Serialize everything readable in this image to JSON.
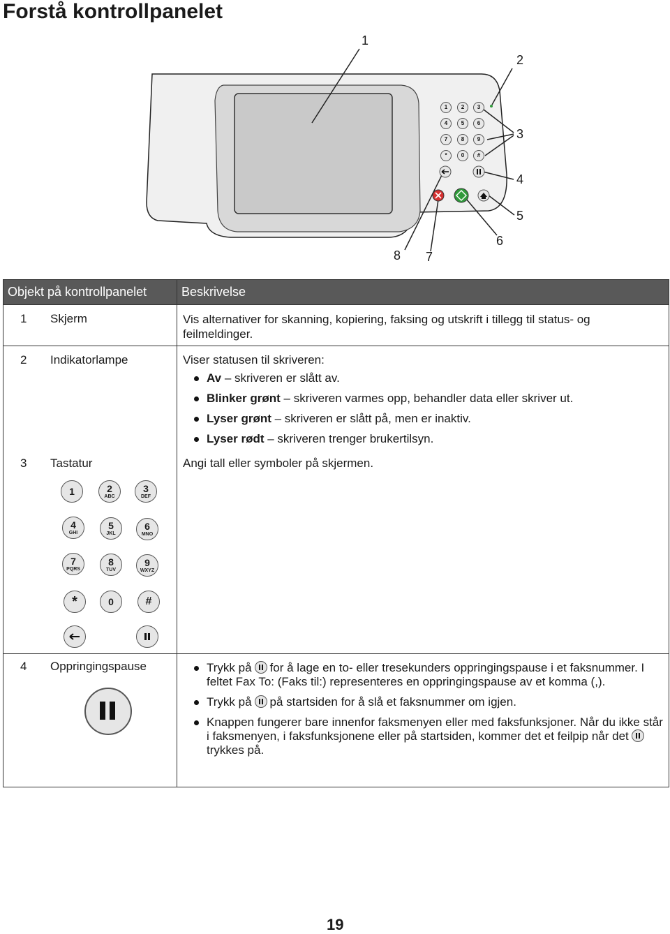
{
  "page": {
    "title": "Forstå kontrollpanelet",
    "page_number": "19"
  },
  "diagram": {
    "callouts": [
      "1",
      "2",
      "3",
      "4",
      "5",
      "6",
      "7",
      "8"
    ],
    "keys": [
      "1",
      "2",
      "3",
      "4",
      "5",
      "6",
      "7",
      "8",
      "9",
      "*",
      "0",
      "#"
    ]
  },
  "table": {
    "headers": {
      "object": "Objekt på kontrollpanelet",
      "description": "Beskrivelse"
    },
    "rows": [
      {
        "num": "1",
        "name": "Skjerm",
        "desc": "Vis alternativer for skanning, kopiering, faksing og utskrift i tillegg til status- og feilmeldinger."
      },
      {
        "num": "2",
        "name": "Indikatorlampe",
        "desc": "Viser statusen til skriveren:",
        "bullets": [
          {
            "bold": "Av",
            "text": " – skriveren er slått av."
          },
          {
            "bold": "Blinker grønt",
            "text": " – skriveren varmes opp, behandler data eller skriver ut."
          },
          {
            "bold": "Lyser grønt",
            "text": " – skriveren er slått på, men er inaktiv."
          },
          {
            "bold": "Lyser rødt",
            "text": " – skriveren trenger brukertilsyn."
          }
        ]
      },
      {
        "num": "3",
        "name": "Tastatur",
        "desc": "Angi tall eller symboler på skjermen.",
        "keypad": [
          {
            "d": "1",
            "l": ""
          },
          {
            "d": "2",
            "l": "ABC"
          },
          {
            "d": "3",
            "l": "DEF"
          },
          {
            "d": "4",
            "l": "GHI"
          },
          {
            "d": "5",
            "l": "JKL"
          },
          {
            "d": "6",
            "l": "MNO"
          },
          {
            "d": "7",
            "l": "PQRS"
          },
          {
            "d": "8",
            "l": "TUV"
          },
          {
            "d": "9",
            "l": "WXYZ"
          },
          {
            "d": "*",
            "l": ""
          },
          {
            "d": "0",
            "l": ""
          },
          {
            "d": "#",
            "l": ""
          }
        ]
      },
      {
        "num": "4",
        "name": "Oppringingspause",
        "bullets": [
          {
            "pre": "Trykk på",
            "post": "for å lage en to- eller tresekunders oppringingspause i et faksnummer. I feltet Fax To: (Faks til:) representeres en oppringingspause av et komma (,)."
          },
          {
            "pre": "Trykk på",
            "post": "på startsiden for å slå et faksnummer om igjen."
          },
          {
            "pre": "Knappen fungerer bare innenfor faksmenyen eller med faksfunksjoner. Når du ikke står i faksmenyen, i faksfunksjonene eller på startsiden, kommer det et feilpip når det",
            "post": "trykkes på."
          }
        ]
      }
    ]
  }
}
